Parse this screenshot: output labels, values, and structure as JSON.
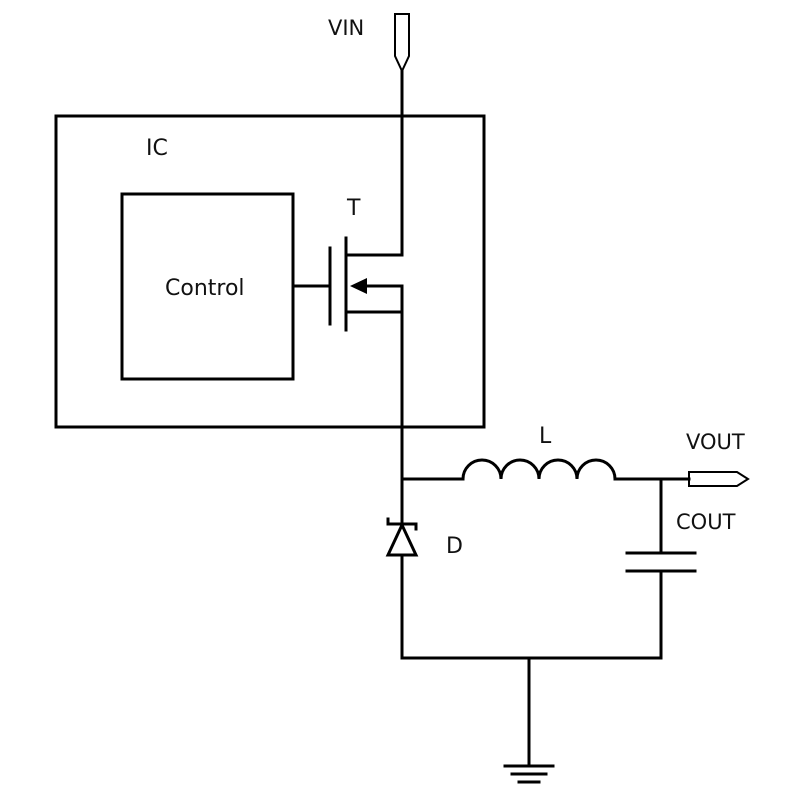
{
  "labels": {
    "vin": "VIN",
    "ic": "IC",
    "control": "Control",
    "transistor": "T",
    "inductor": "L",
    "vout": "VOUT",
    "cout": "COUT",
    "diode": "D"
  }
}
